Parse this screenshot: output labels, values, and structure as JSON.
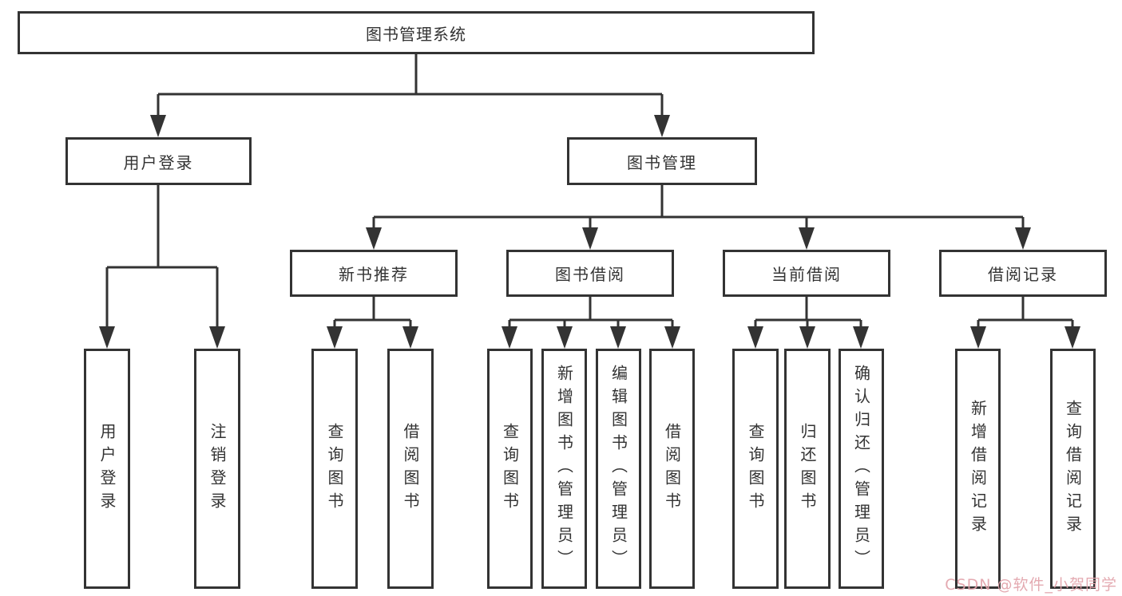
{
  "diagram": {
    "line_color": "#333333",
    "box_fill": "#ffffff",
    "nodes": {
      "root": {
        "label": "图书管理系统"
      },
      "user_login_branch": {
        "label": "用户登录"
      },
      "book_mgmt_branch": {
        "label": "图书管理"
      },
      "new_book_rec": {
        "label": "新书推荐"
      },
      "book_borrow": {
        "label": "图书借阅"
      },
      "current_borrow": {
        "label": "当前借阅"
      },
      "borrow_record": {
        "label": "借阅记录"
      },
      "leaf_user_login": {
        "label": "用户登录"
      },
      "leaf_logout": {
        "label": "注销登录"
      },
      "leaf_nbr_query_book": {
        "label": "查询图书"
      },
      "leaf_nbr_borrow_book": {
        "label": "借阅图书"
      },
      "leaf_bb_query_book": {
        "label": "查询图书"
      },
      "leaf_bb_add_book": {
        "label": "新增图书（管理员）"
      },
      "leaf_bb_edit_book": {
        "label": "编辑图书（管理员）"
      },
      "leaf_bb_borrow_book": {
        "label": "借阅图书"
      },
      "leaf_cb_query_book": {
        "label": "查询图书"
      },
      "leaf_cb_return_book": {
        "label": "归还图书"
      },
      "leaf_cb_confirm_return": {
        "label": "确认归还（管理员）"
      },
      "leaf_br_add_record": {
        "label": "新增借阅记录"
      },
      "leaf_br_query_record": {
        "label": "查询借阅记录"
      }
    }
  },
  "watermark": {
    "text": "CSDN @软件_小贺同学",
    "color": "#e2a3ab"
  }
}
